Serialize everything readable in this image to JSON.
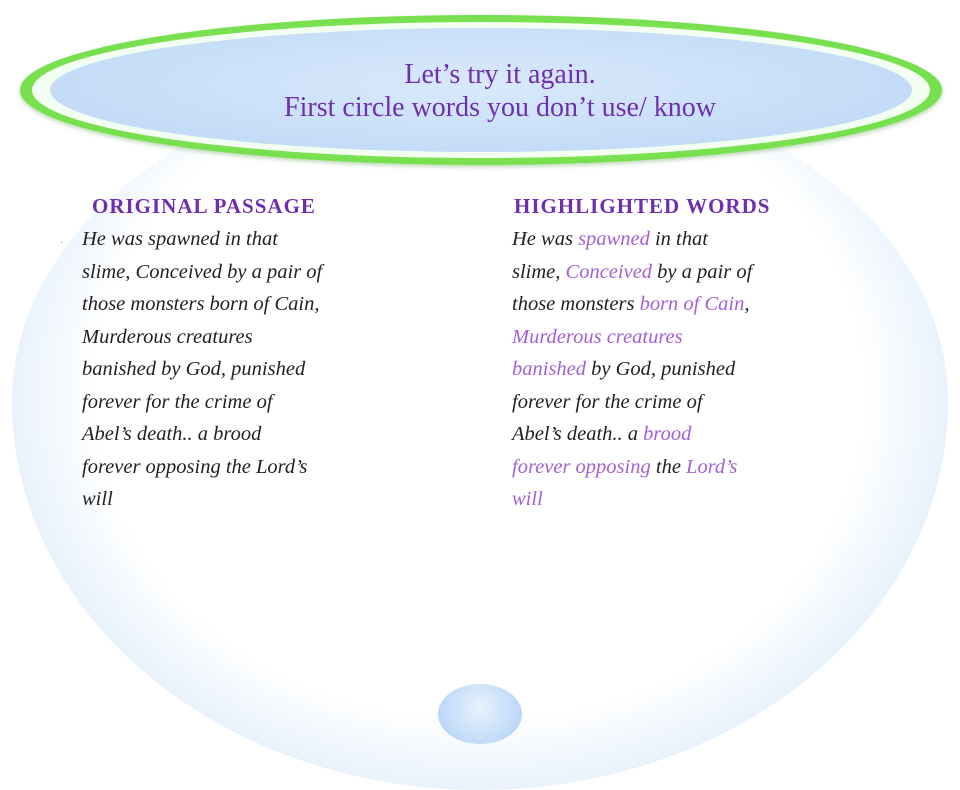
{
  "title": {
    "line1": "Let’s try it again.",
    "line2": "First circle words you don’t use/ know"
  },
  "colors": {
    "title_text": "#6e2fae",
    "highlight_text": "#a35fd6",
    "rim_green": "#7fe455",
    "oval_blue": "#c4dcf8"
  },
  "original": {
    "heading": "ORIGINAL  PASSAGE",
    "bullet": "·",
    "lines": [
      "He was spawned in that",
      "slime, Conceived by a pair of",
      "those monsters born of Cain,",
      "Murderous creatures",
      "banished by God, punished",
      "forever for the crime of",
      "Abel’s death.. a brood",
      "forever opposing the Lord’s",
      "will"
    ]
  },
  "highlighted": {
    "heading": "HIGHLIGHTED  WORDS",
    "lines": [
      [
        {
          "t": "He was ",
          "h": false
        },
        {
          "t": "spawned",
          "h": true
        },
        {
          "t": " in that",
          "h": false
        }
      ],
      [
        {
          "t": "slime, ",
          "h": false
        },
        {
          "t": "Conceived",
          "h": true
        },
        {
          "t": " by a pair of",
          "h": false
        }
      ],
      [
        {
          "t": "those monsters ",
          "h": false
        },
        {
          "t": "born of Cain",
          "h": true
        },
        {
          "t": ",",
          "h": false
        }
      ],
      [
        {
          "t": "Murderous creatures",
          "h": true
        }
      ],
      [
        {
          "t": "banished",
          "h": true
        },
        {
          "t": " by God, punished",
          "h": false
        }
      ],
      [
        {
          "t": "forever for the crime of",
          "h": false
        }
      ],
      [
        {
          "t": "Abel’s death.. a ",
          "h": false
        },
        {
          "t": "brood",
          "h": true
        }
      ],
      [
        {
          "t": "forever opposing",
          "h": true
        },
        {
          "t": " the ",
          "h": false
        },
        {
          "t": "Lord’s",
          "h": true
        }
      ],
      [
        {
          "t": "will",
          "h": true
        }
      ]
    ]
  }
}
